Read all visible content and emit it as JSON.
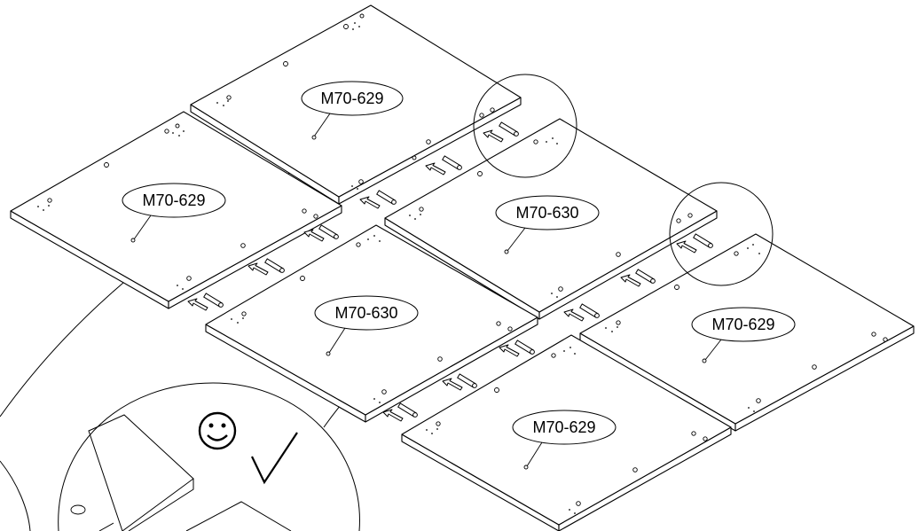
{
  "diagram": {
    "panels": [
      {
        "id": "p1",
        "label": "M70-629"
      },
      {
        "id": "p2",
        "label": "M70-629"
      },
      {
        "id": "p3",
        "label": "M70-630"
      },
      {
        "id": "p4",
        "label": "M70-630"
      },
      {
        "id": "p5",
        "label": "M70-629"
      },
      {
        "id": "p6",
        "label": "M70-629"
      }
    ],
    "detail_icons": [
      "smiley-face-icon",
      "checkmark-icon"
    ]
  }
}
